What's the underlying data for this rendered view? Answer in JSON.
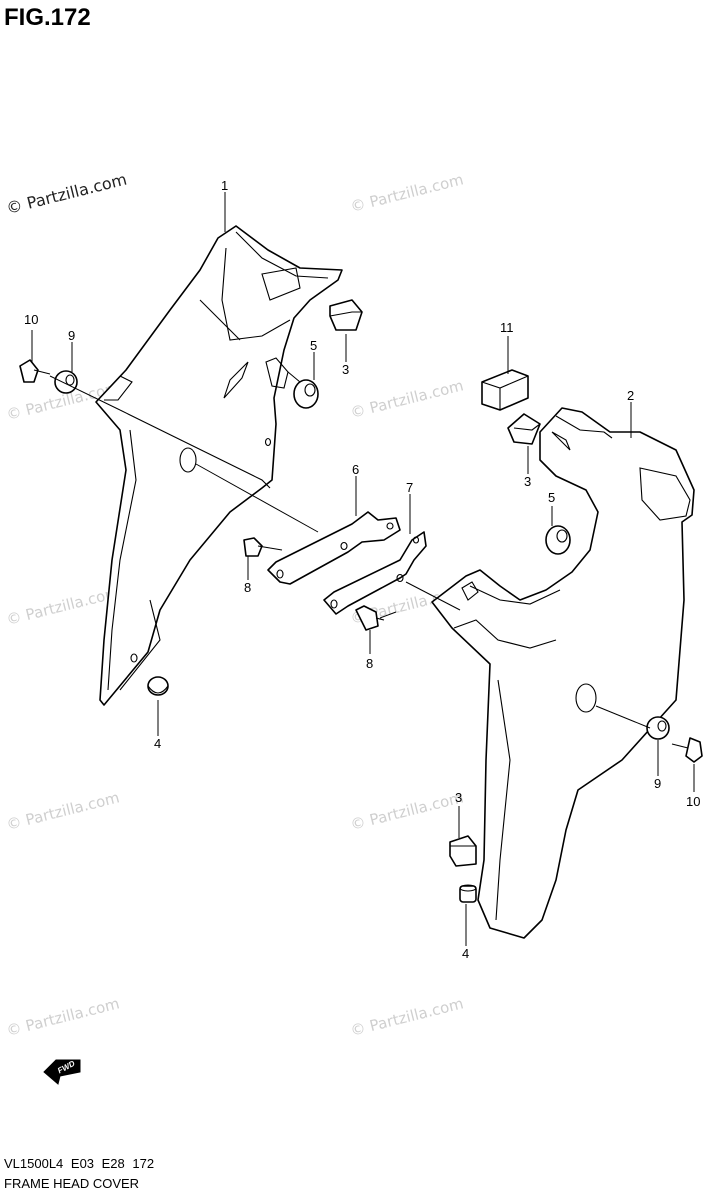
{
  "figure": {
    "title": "FIG.172",
    "model_line": "VL1500L4  E03  E28  172",
    "name": "FRAME HEAD COVER"
  },
  "watermark": {
    "text": "© Partzilla.com",
    "color": "#cfcfcf"
  },
  "callouts": [
    {
      "id": "c1",
      "label": "1"
    },
    {
      "id": "c2",
      "label": "2"
    },
    {
      "id": "c3a",
      "label": "3"
    },
    {
      "id": "c3b",
      "label": "3"
    },
    {
      "id": "c3c",
      "label": "3"
    },
    {
      "id": "c4a",
      "label": "4"
    },
    {
      "id": "c4b",
      "label": "4"
    },
    {
      "id": "c5a",
      "label": "5"
    },
    {
      "id": "c5b",
      "label": "5"
    },
    {
      "id": "c6",
      "label": "6"
    },
    {
      "id": "c7",
      "label": "7"
    },
    {
      "id": "c8a",
      "label": "8"
    },
    {
      "id": "c8b",
      "label": "8"
    },
    {
      "id": "c9a",
      "label": "9"
    },
    {
      "id": "c9b",
      "label": "9"
    },
    {
      "id": "c10a",
      "label": "10"
    },
    {
      "id": "c10b",
      "label": "10"
    },
    {
      "id": "c11",
      "label": "11"
    }
  ],
  "fwd_symbol": {
    "icon": "fwd-arrow-icon",
    "label": "FWD"
  }
}
